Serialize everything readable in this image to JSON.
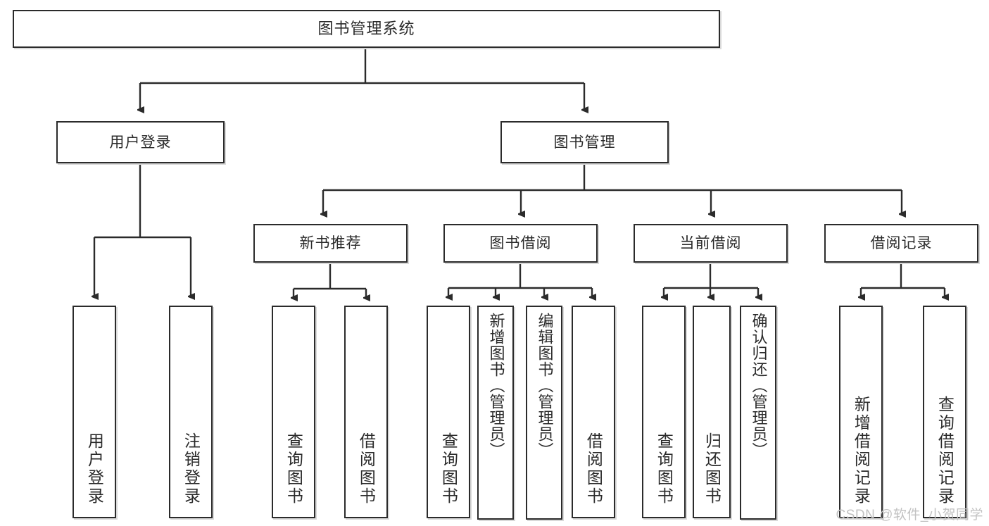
{
  "diagram": {
    "title": "图书管理系统",
    "type": "tree-hierarchy-diagram",
    "colors": {
      "border": "#2b2b2b",
      "fill": "#ffffff",
      "text": "#2a2a2a",
      "shadow": "#d9d9d9",
      "watermark": "#c2c2c2"
    },
    "root": {
      "label": "图书管理系统"
    },
    "level2": [
      {
        "label": "用户登录"
      },
      {
        "label": "图书管理"
      }
    ],
    "level3": [
      {
        "label": "新书推荐"
      },
      {
        "label": "图书借阅"
      },
      {
        "label": "当前借阅"
      },
      {
        "label": "借阅记录"
      }
    ],
    "leaves": {
      "user_login": [
        {
          "label": "用户登录"
        },
        {
          "label": "注销登录"
        }
      ],
      "new_book": [
        {
          "label": "查询图书"
        },
        {
          "label": "借阅图书"
        }
      ],
      "book_borrow": [
        {
          "label": "查询图书"
        },
        {
          "label": "新增图书（管理员）"
        },
        {
          "label": "编辑图书（管理员）"
        },
        {
          "label": "借阅图书"
        }
      ],
      "current_borrow": [
        {
          "label": "查询图书"
        },
        {
          "label": "归还图书"
        },
        {
          "label": "确认归还（管理员）"
        }
      ],
      "borrow_record": [
        {
          "label": "新增借阅记录"
        },
        {
          "label": "查询借阅记录"
        }
      ]
    },
    "watermark": "CSDN @软件_小贺同学"
  }
}
